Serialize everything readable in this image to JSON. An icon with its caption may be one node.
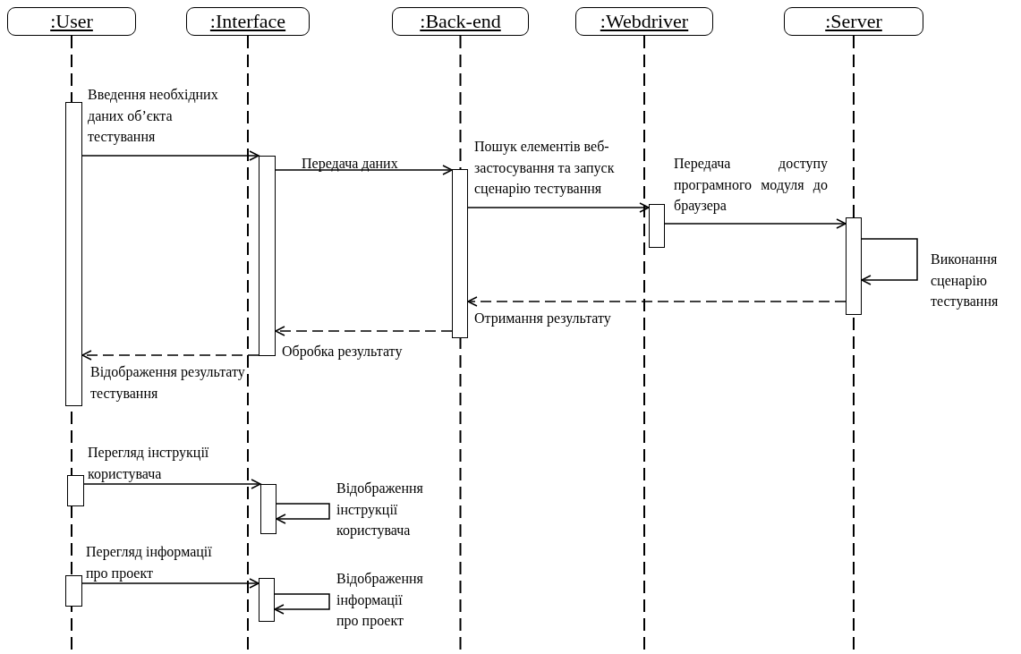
{
  "diagram": {
    "nodes": [
      {
        "text": [
          ":User"
        ]
      },
      {
        "text": [
          ":Interface"
        ]
      },
      {
        "text": [
          ":Back-end"
        ]
      },
      {
        "text": [
          ":Webdriver"
        ]
      },
      {
        "text": [
          ":Server"
        ]
      },
      {
        "text": [],
        "shape": "bar"
      },
      {
        "text": [],
        "shape": "bar"
      },
      {
        "text": [],
        "shape": "bar"
      },
      {
        "text": [],
        "shape": "bar"
      },
      {
        "text": [],
        "shape": "bar"
      },
      {
        "text": [],
        "shape": "bar"
      },
      {
        "text": [],
        "shape": "bar"
      },
      {
        "text": [],
        "shape": "bar"
      },
      {
        "text": [],
        "shape": "bar"
      }
    ],
    "edges": [
      {
        "from": 5,
        "to": 6,
        "arrow": "to",
        "label": "Введення необхідних даних об’єкта тестування"
      },
      {
        "from": 6,
        "to": 7,
        "arrow": "to",
        "label": "Передача даних"
      },
      {
        "from": 7,
        "to": 8,
        "arrow": "to",
        "label": "Пошук елементів веб-застосування та запуск сценарію тестування"
      },
      {
        "from": 8,
        "to": 9,
        "arrow": "to",
        "label": "Передача доступу програмного модуля до браузера"
      },
      {
        "from": 9,
        "to": 9,
        "arrow": "to",
        "label": "Виконання сценарію тестування"
      },
      {
        "from": 9,
        "to": 7,
        "arrow": "to",
        "style": "dashed",
        "label": "Отримання результату"
      },
      {
        "from": 7,
        "to": 6,
        "arrow": "to",
        "style": "dashed",
        "label": "Обробка результату"
      },
      {
        "from": 6,
        "to": 5,
        "arrow": "to",
        "style": "dashed",
        "label": "Відображення результату тестування"
      },
      {
        "from": 10,
        "to": 11,
        "arrow": "to",
        "label": "Перегляд інструкції користувача"
      },
      {
        "from": 11,
        "to": 11,
        "arrow": "to",
        "label": "Відображення інструкції користувача"
      },
      {
        "from": 12,
        "to": 13,
        "arrow": "to",
        "label": "Перегляд інформації про проект"
      },
      {
        "from": 13,
        "to": 13,
        "arrow": "to",
        "label": "Відображення інформації про проект"
      }
    ]
  }
}
